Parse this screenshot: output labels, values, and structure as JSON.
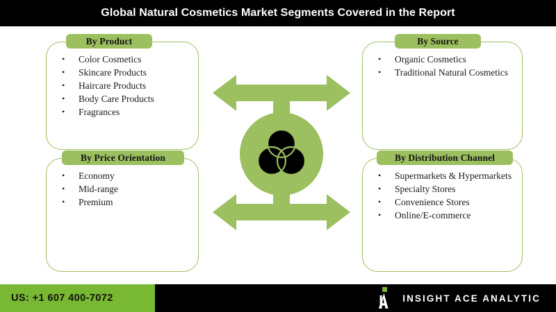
{
  "title": "Global Natural Cosmetics Market Segments Covered in the Report",
  "colors": {
    "panel_green": "#9cbf5f",
    "footer_green": "#78b833",
    "bar_black": "#000000",
    "text_dark": "#1a1a1a"
  },
  "panels": [
    {
      "id": "by-product",
      "header": "By Product",
      "items": [
        "Color Cosmetics",
        "Skincare Products",
        "Haircare Products",
        "Body Care Products",
        "Fragrances"
      ]
    },
    {
      "id": "by-source",
      "header": "By Source",
      "items": [
        "Organic Cosmetics",
        "Traditional Natural Cosmetics"
      ]
    },
    {
      "id": "by-price-orientation",
      "header": "By Price Orientation",
      "items": [
        "Economy",
        "Mid-range",
        "Premium"
      ]
    },
    {
      "id": "by-distribution-channel",
      "header": "By Distribution Channel",
      "items": [
        "Supermarkets & Hypermarkets",
        "Specialty Stores",
        "Convenience Stores",
        "Online/E-commerce"
      ]
    }
  ],
  "hub": {
    "icon_name": "venn-three-circles-icon",
    "arrows": [
      "arrow-top-left",
      "arrow-top-right",
      "arrow-bottom-left",
      "arrow-bottom-right"
    ]
  },
  "footer": {
    "phone": "US: +1 607 400-7072",
    "brand_name": "INSIGHT ACE ANALYTIC",
    "logo_name": "insight-ace-analytic-logo"
  }
}
